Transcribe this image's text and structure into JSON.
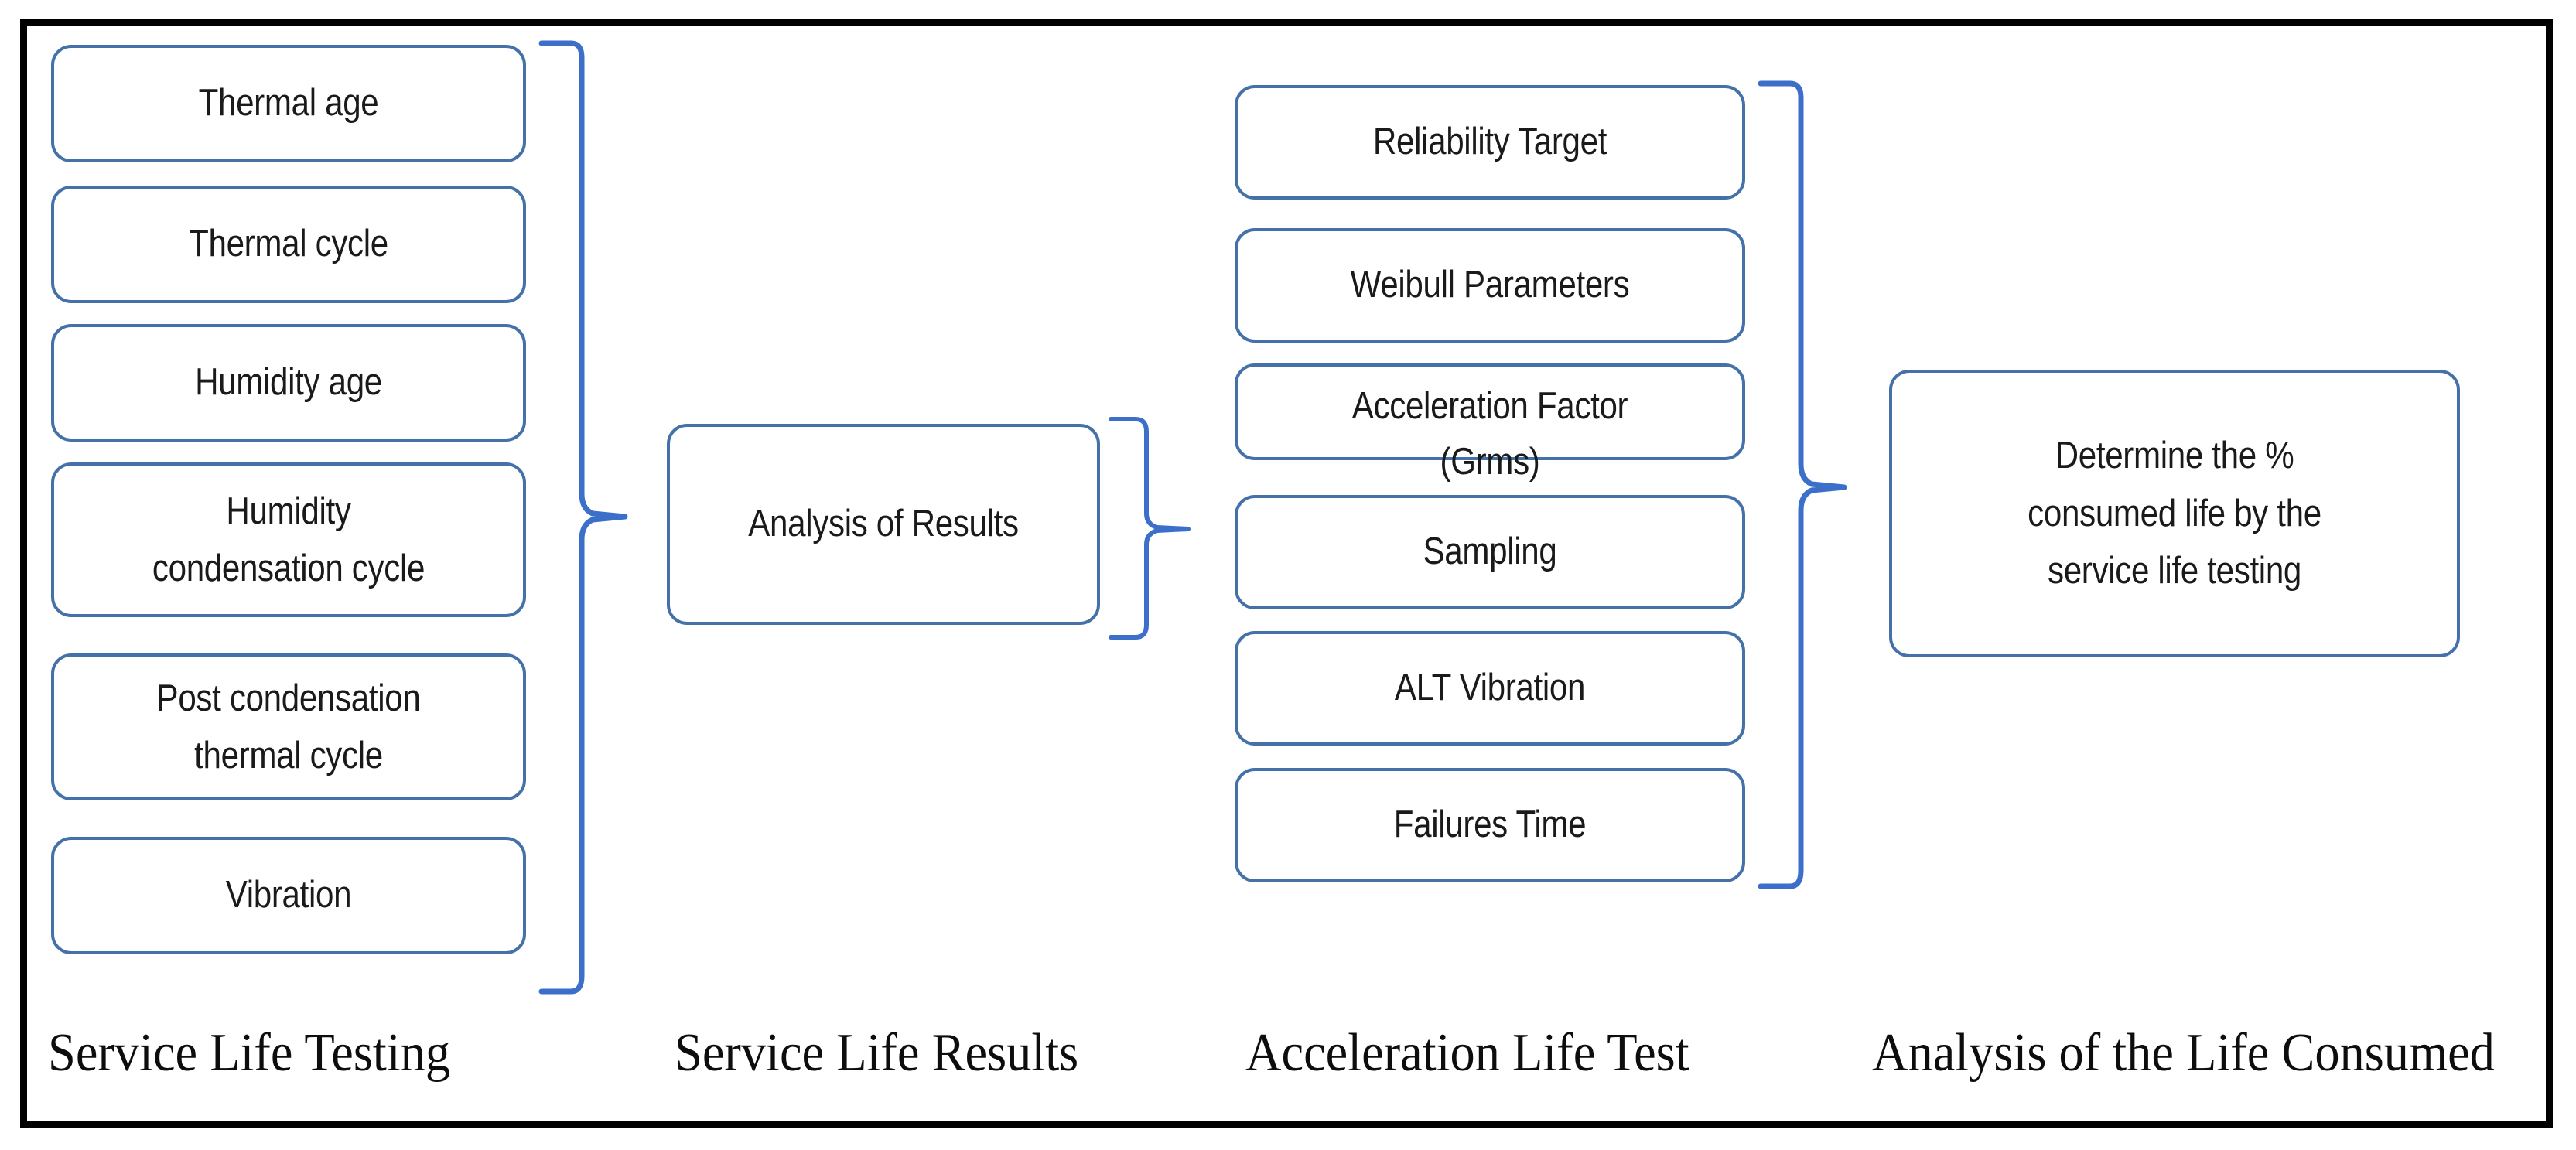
{
  "figure": {
    "title": "Service Life Testing to Consumed Life Analysis Flow",
    "frame_color": "#000000",
    "box_border_color": "#4472a8",
    "brace_color": "#3b6fc9",
    "text_color": "#1a1a1a"
  },
  "columns": [
    {
      "id": "service-life-testing",
      "caption": "Service Life Testing",
      "boxes": [
        {
          "label": "Thermal age"
        },
        {
          "label": "Thermal cycle"
        },
        {
          "label": "Humidity age"
        },
        {
          "label_line1": "Humidity",
          "label_line2": "condensation cycle"
        },
        {
          "label_line1": "Post condensation",
          "label_line2": "thermal cycle"
        },
        {
          "label": "Vibration"
        }
      ]
    },
    {
      "id": "service-life-results",
      "caption": "Service Life Results",
      "boxes": [
        {
          "label": "Analysis of Results"
        }
      ]
    },
    {
      "id": "acceleration-life-test",
      "caption": "Acceleration Life Test",
      "boxes": [
        {
          "label": "Reliability Target"
        },
        {
          "label": "Weibull Parameters"
        },
        {
          "label_line1": "Acceleration Factor",
          "label_line2": "(Grms)"
        },
        {
          "label": "Sampling"
        },
        {
          "label": "ALT Vibration"
        },
        {
          "label": "Failures Time"
        }
      ]
    },
    {
      "id": "analysis-of-the-life-consumed",
      "caption": "Analysis of the Life Consumed",
      "boxes": [
        {
          "label_line1": "Determine the %",
          "label_line2": "consumed life by the",
          "label_line3": "service life testing"
        }
      ]
    }
  ],
  "connectors": [
    {
      "id": "brace-col1-to-col2",
      "direction": "right",
      "from": "service-life-testing",
      "to": "service-life-results"
    },
    {
      "id": "brace-col2-to-col3",
      "direction": "right",
      "from": "service-life-results",
      "to": "acceleration-life-test"
    },
    {
      "id": "brace-col3-to-col4",
      "direction": "right",
      "from": "acceleration-life-test",
      "to": "analysis-of-the-life-consumed"
    }
  ]
}
